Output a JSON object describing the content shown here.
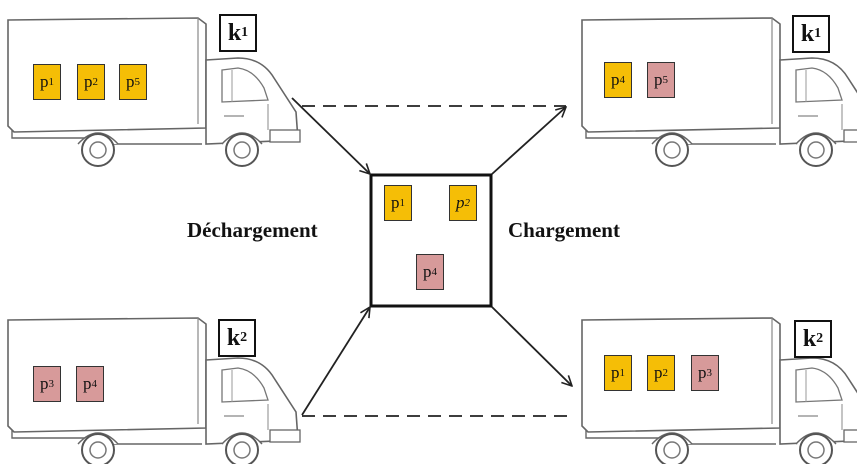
{
  "colors": {
    "gold": "#F5BE06",
    "rose": "#D79A9A",
    "truck_outline": "#555555",
    "arrow": "#222222"
  },
  "labels": {
    "unload": "Déchargement",
    "load": "Chargement"
  },
  "trucks": [
    {
      "id": "top-left",
      "tag": "k",
      "tag_sub": "1",
      "packages": [
        {
          "letter": "p",
          "sub": "1",
          "color": "gold"
        },
        {
          "letter": "p",
          "sub": "2",
          "color": "gold"
        },
        {
          "letter": "p",
          "sub": "5",
          "color": "gold"
        }
      ]
    },
    {
      "id": "bottom-left",
      "tag": "k",
      "tag_sub": "2",
      "packages": [
        {
          "letter": "p",
          "sub": "3",
          "color": "rose"
        },
        {
          "letter": "p",
          "sub": "4",
          "color": "rose"
        }
      ]
    },
    {
      "id": "top-right",
      "tag": "k",
      "tag_sub": "1",
      "packages": [
        {
          "letter": "p",
          "sub": "4",
          "color": "gold"
        },
        {
          "letter": "p",
          "sub": "5",
          "color": "rose"
        }
      ]
    },
    {
      "id": "bottom-right",
      "tag": "k",
      "tag_sub": "2",
      "packages": [
        {
          "letter": "p",
          "sub": "1",
          "color": "gold"
        },
        {
          "letter": "p",
          "sub": "2",
          "color": "gold"
        },
        {
          "letter": "p",
          "sub": "3",
          "color": "rose"
        }
      ]
    }
  ],
  "depot": {
    "packages": [
      {
        "letter": "p",
        "sub": "1",
        "color": "gold"
      },
      {
        "letter": "p",
        "sub": "2",
        "color": "gold",
        "italic": true
      },
      {
        "letter": "p",
        "sub": "4",
        "color": "rose"
      }
    ]
  }
}
